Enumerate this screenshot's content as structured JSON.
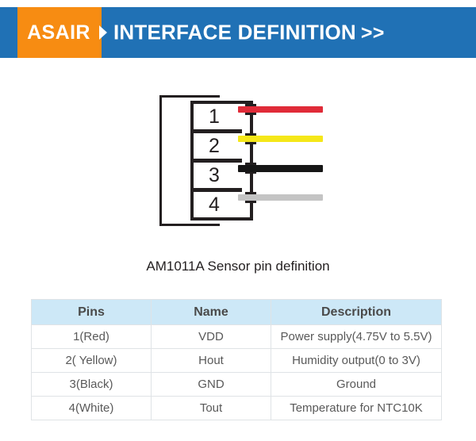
{
  "header": {
    "brand": "ASAIR",
    "chevron_icon": "chevron-right-icon",
    "title": "INTERFACE DEFINITION",
    "arrows": ">>",
    "bar_color": "#2071b5",
    "brand_color": "#f78c12"
  },
  "diagram": {
    "name": "am1011a-connector-pinout",
    "pins": [
      {
        "number": "1",
        "wire_color_name": "red",
        "wire_color": "#e02b38"
      },
      {
        "number": "2",
        "wire_color_name": "yellow",
        "wire_color": "#f5e719"
      },
      {
        "number": "3",
        "wire_color_name": "black",
        "wire_color": "#161616"
      },
      {
        "number": "4",
        "wire_color_name": "white",
        "wire_color": "#c4c4c4"
      }
    ],
    "caption": "AM1011A Sensor pin definition"
  },
  "table": {
    "header_bg": "#cde8f7",
    "columns": [
      "Pins",
      "Name",
      "Description"
    ],
    "rows": [
      {
        "pins": "1(Red)",
        "name": "VDD",
        "description": "Power supply(4.75V to 5.5V)"
      },
      {
        "pins": "2( Yellow)",
        "name": "Hout",
        "description": "Humidity output(0 to 3V)"
      },
      {
        "pins": "3(Black)",
        "name": "GND",
        "description": "Ground"
      },
      {
        "pins": "4(White)",
        "name": "Tout",
        "description": "Temperature for NTC10K"
      }
    ]
  }
}
